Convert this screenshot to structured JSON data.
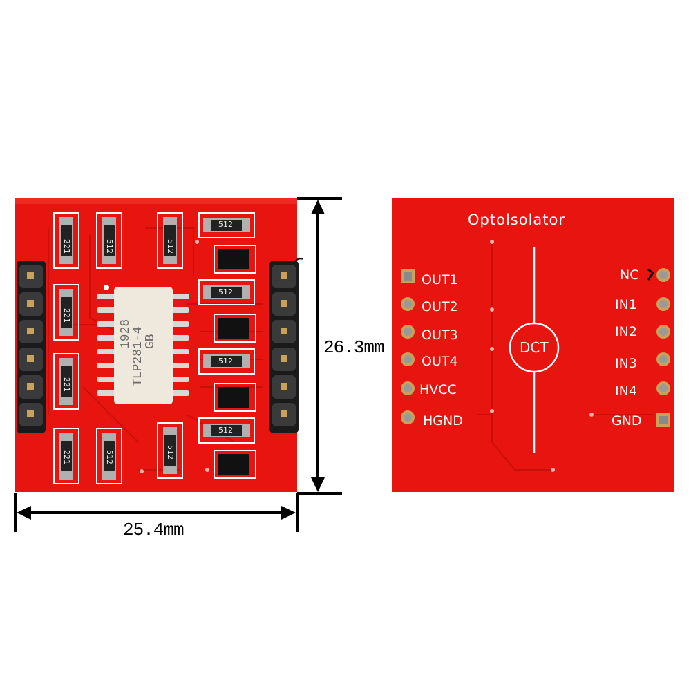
{
  "dimensions": {
    "height_label": "26.3mm",
    "width_label": "25.4mm"
  },
  "front": {
    "chip_text": [
      "1928",
      "TLP281-4",
      "GB"
    ],
    "resistor_codes": [
      "221",
      "512",
      "512",
      "512",
      "221",
      "512",
      "221",
      "512",
      "221",
      "512",
      "512",
      "512"
    ]
  },
  "back": {
    "title": "Optolsolator",
    "center_label": "DCT",
    "left_pins": [
      "OUT1",
      "OUT2",
      "OUT3",
      "OUT4",
      "HVCC",
      "HGND"
    ],
    "right_pins": [
      "NC",
      "IN1",
      "IN2",
      "IN3",
      "IN4",
      "GND"
    ]
  },
  "colors": {
    "pcb": "#e8140f",
    "pcb_dark": "#c80f0b",
    "silk": "#ffffff",
    "header": "#1a1a1a"
  }
}
